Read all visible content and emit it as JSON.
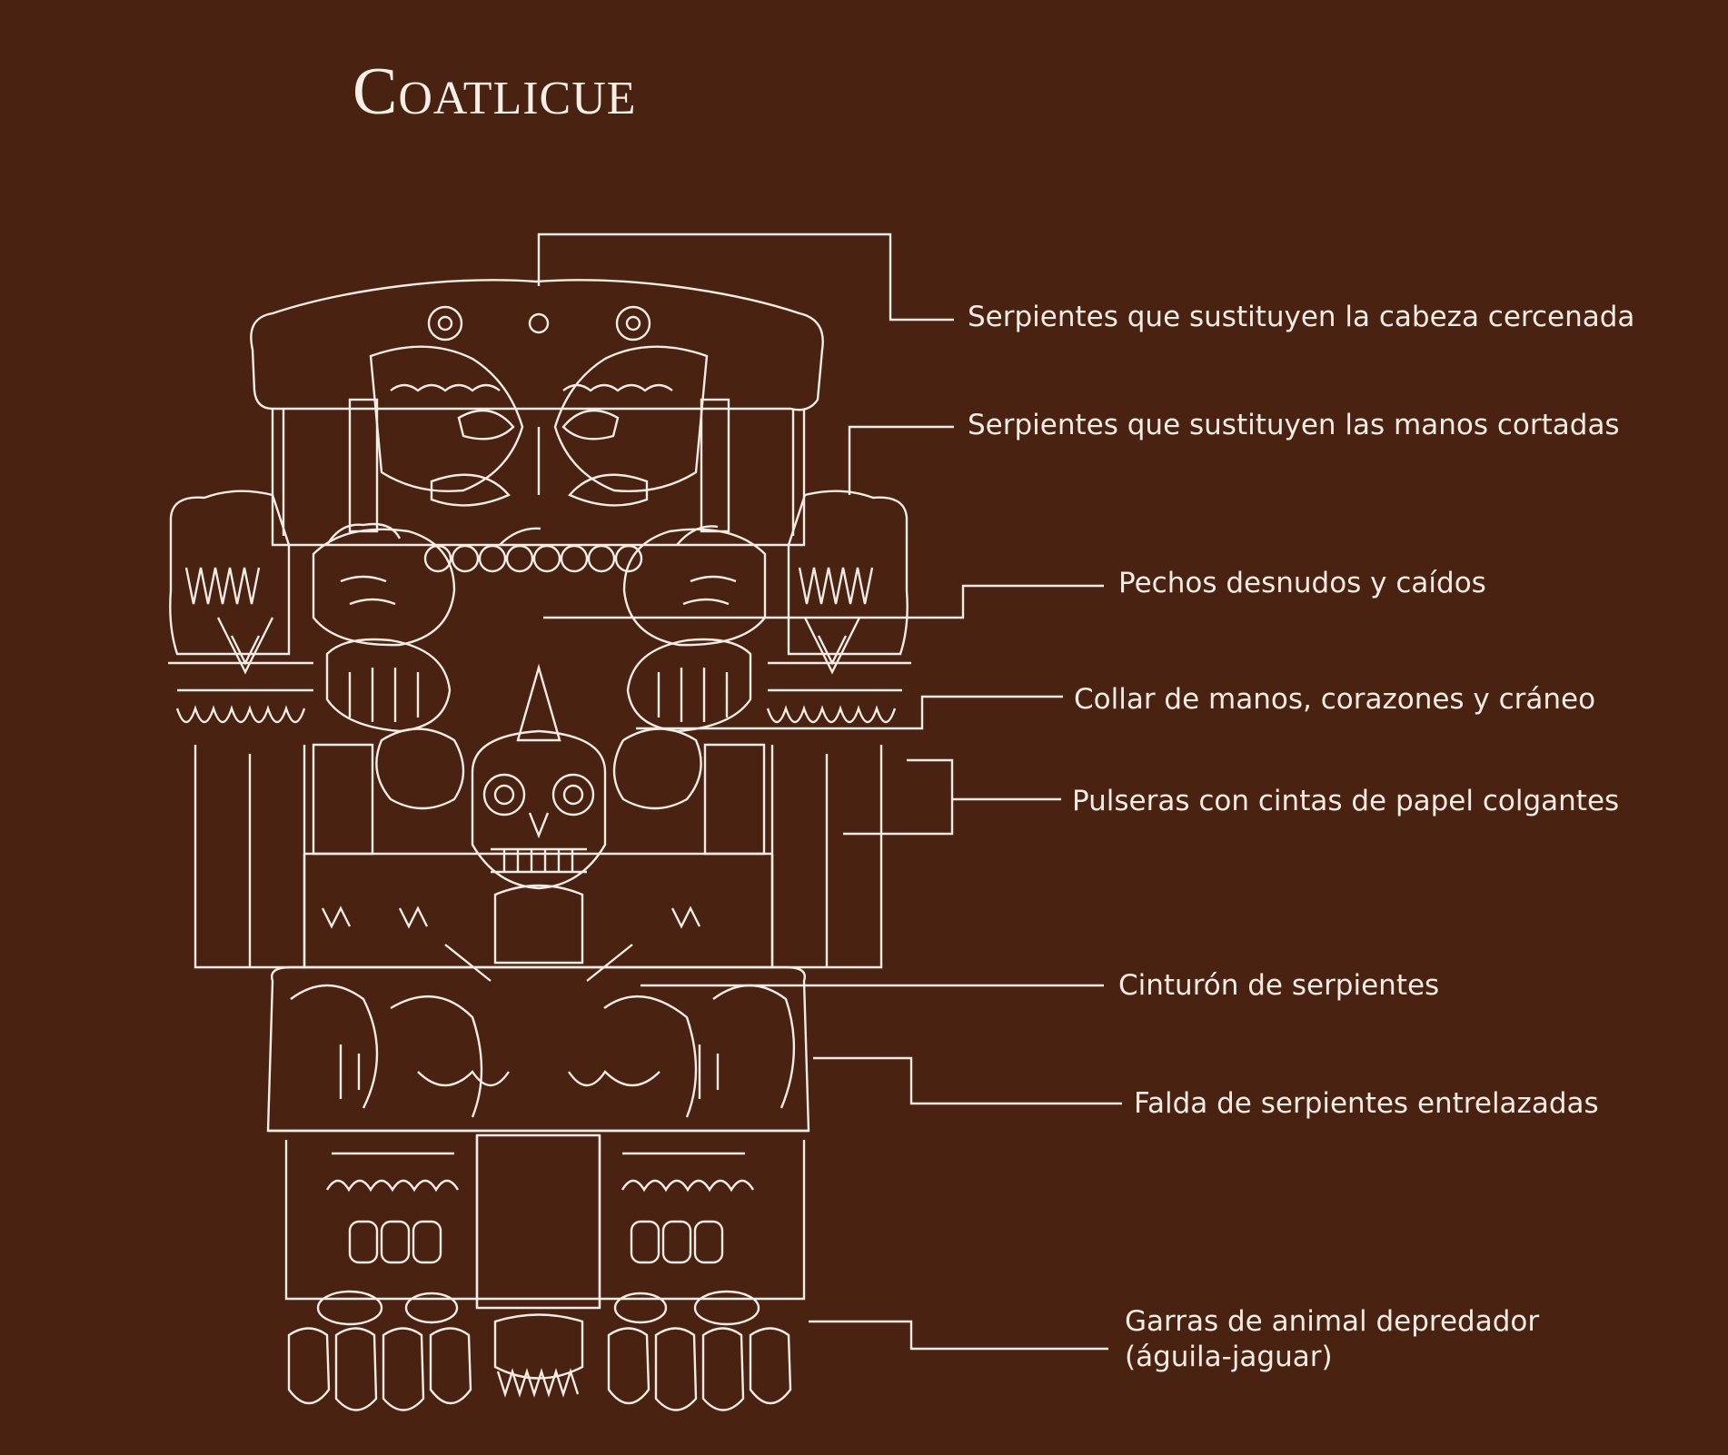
{
  "title": "Coatlicue",
  "labels": {
    "head_serpents": "Serpientes que sustituyen la cabeza cercenada",
    "hand_serpents": "Serpientes que sustituyen las manos cortadas",
    "breasts": "Pechos desnudos y caídos",
    "necklace": "Collar de manos, corazones y cráneo",
    "bracelets": "Pulseras con cintas de papel colgantes",
    "belt": "Cinturón de serpientes",
    "skirt": "Falda de serpientes entrelazadas",
    "claws_line1": "Garras de animal depredador",
    "claws_line2": "(águila-jaguar)"
  },
  "colors": {
    "background": "#4a2212",
    "line": "#f3ece4"
  }
}
